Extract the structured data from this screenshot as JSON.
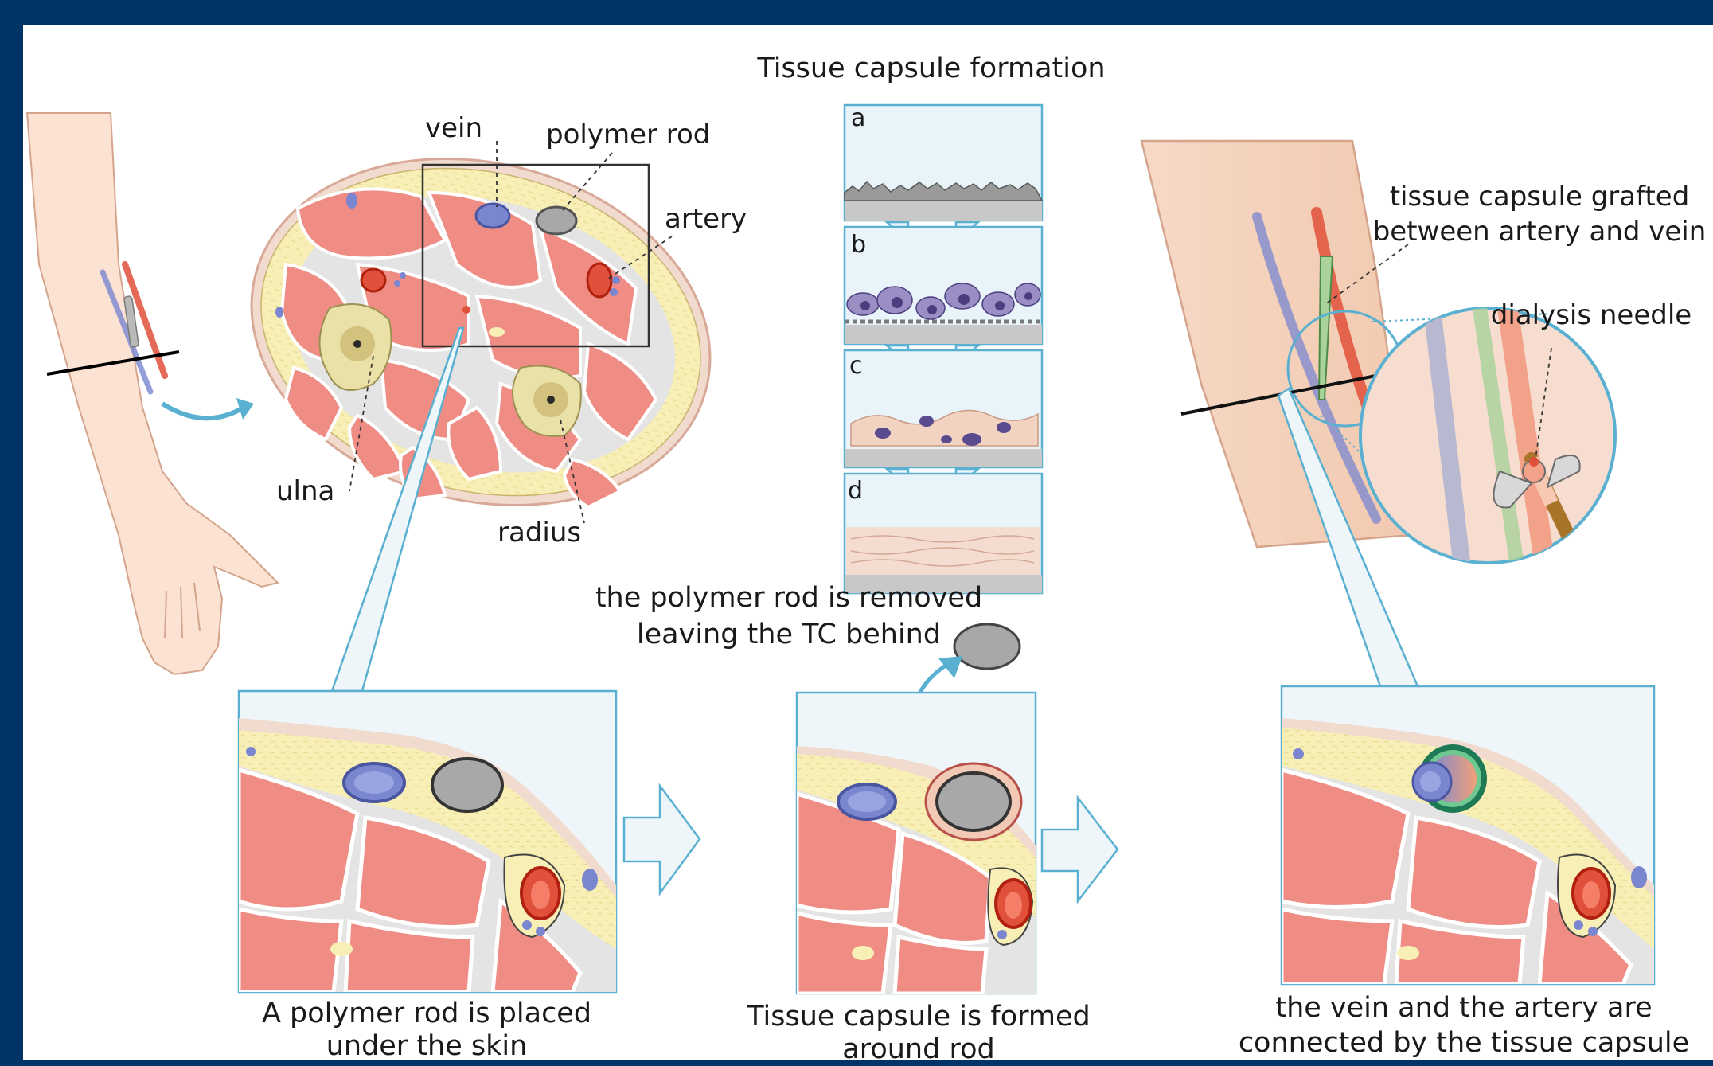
{
  "colors": {
    "frame": "#003366",
    "background": "#ffffff",
    "muscle": "#ef8d85",
    "muscle_dark": "#b8504a",
    "fat": "#f7efb6",
    "fascia": "#e8d8d0",
    "vein": "#7a86d0",
    "artery": "#e0503a",
    "rod": "#a8a8a8",
    "arrow": "#4aa6c8",
    "zoom_outline": "#5ab0d0"
  },
  "top": {
    "title": "Tissue capsule formation",
    "steps": [
      "a",
      "b",
      "c",
      "d"
    ]
  },
  "cross_section": {
    "labels": {
      "vein": "vein",
      "polymer_rod": "polymer rod",
      "artery": "artery",
      "ulna": "ulna",
      "radius": "radius"
    }
  },
  "right_arm": {
    "graft_label_line1": "tissue capsule grafted",
    "graft_label_line2": "between artery and vein",
    "needle_label": "dialysis needle"
  },
  "removal": {
    "line1": "the polymer rod is removed",
    "line2": "leaving the TC behind"
  },
  "captions": {
    "panel1_line1": "A polymer rod is placed",
    "panel1_line2": "under the skin",
    "panel2_line1": "Tissue capsule is formed",
    "panel2_line2": "around rod",
    "panel3_line1": "the vein and the artery are",
    "panel3_line2": "connected by the tissue capsule"
  }
}
